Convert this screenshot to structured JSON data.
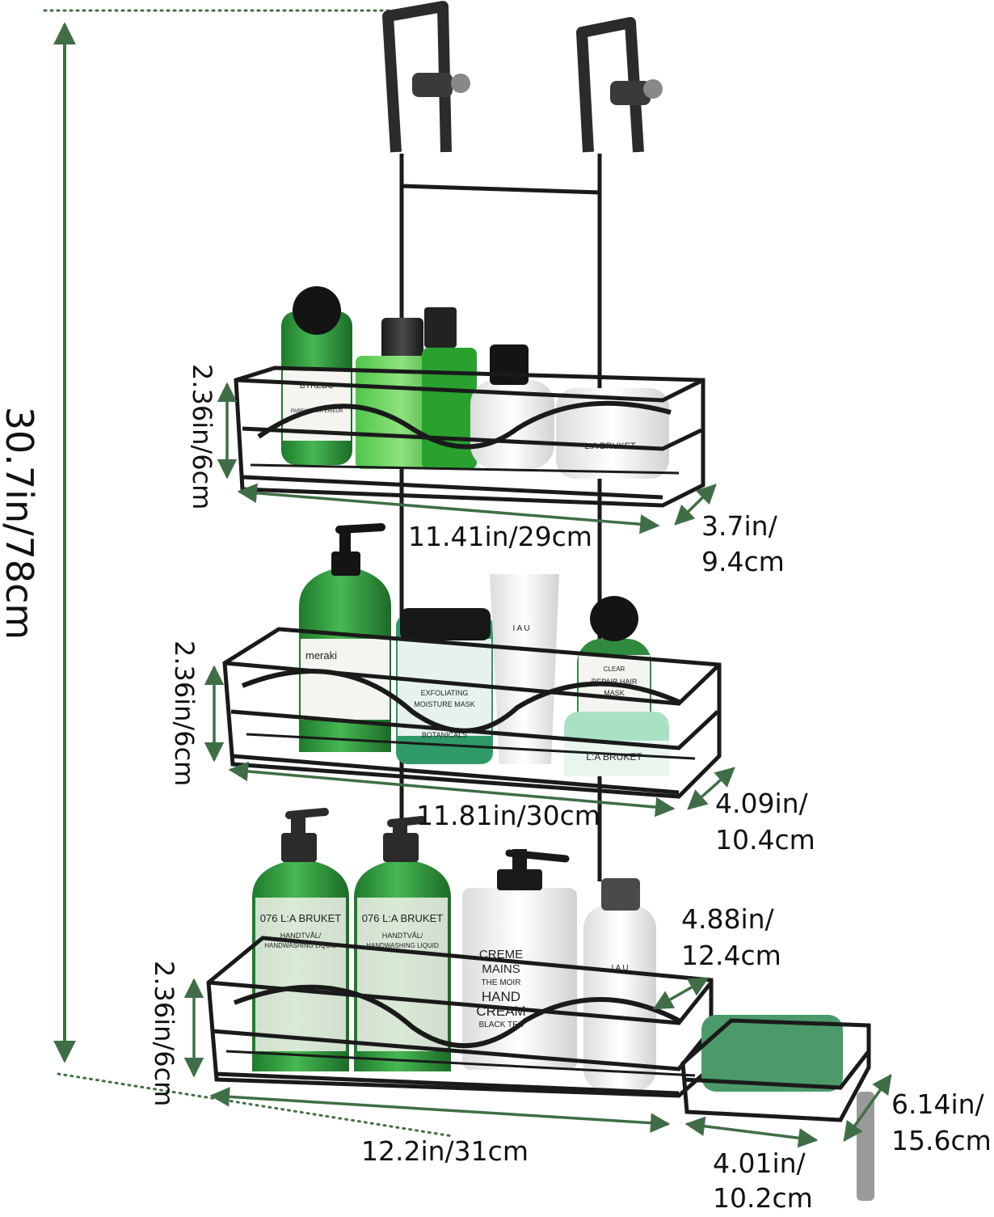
{
  "overall_height": "30.7in/78cm",
  "shelves": [
    {
      "height": "2.36in/6cm",
      "width": "11.41in/29cm",
      "depth_line1": "3.7in/",
      "depth_line2": "9.4cm"
    },
    {
      "height": "2.36in/6cm",
      "width": "11.81in/30cm",
      "depth_line1": "4.09in/",
      "depth_line2": "10.4cm"
    },
    {
      "height": "2.36in/6cm",
      "width": "12.2in/31cm",
      "depth_line1": "4.88in/",
      "depth_line2": "12.4cm"
    }
  ],
  "soap_dish": {
    "width_line1": "4.01in/",
    "width_line2": "10.2cm",
    "depth_line1": "6.14in/",
    "depth_line2": "15.6cm"
  },
  "product_text": {
    "top": {
      "bottle1": "BYREDO",
      "bottle1_sub": "PARFUM D'INTERIEUR",
      "jar": "L:A BRUKET"
    },
    "middle": {
      "bottle1": "meraki",
      "jar_line1": "EXFOLIATING",
      "jar_line2": "MOISTURE MASK",
      "jar_line3": "BOTANICALS",
      "tube": "I A U",
      "bottle2_line1": "CLEAR",
      "bottle2_line2": "REPAIR HAIR",
      "bottle2_line3": "MASK",
      "jar2": "L:A BRUKET"
    },
    "bottom": {
      "pump1_line1": "076 L:A BRUKET",
      "pump1_line2": "HANDTVÅL/",
      "pump1_line3": "HANDWASHING LIQUID",
      "pump2_line1": "076 L:A BRUKET",
      "pump2_line2": "HANDTVÅL/",
      "pump2_line3": "HANDWASHING LIQUID",
      "cream_line1": "CREME",
      "cream_line2": "MAINS",
      "cream_line3": "THE MOIR",
      "cream_line4": "HAND",
      "cream_line5": "CREAM",
      "cream_line6": "BLACK TEA",
      "bottle": "I A U"
    }
  },
  "colors": {
    "dimension_arrow": "#3f6e46",
    "rack": "#1a1a1a",
    "bottle_green": "#2e9a3c",
    "soap": "#4c9a6a"
  }
}
